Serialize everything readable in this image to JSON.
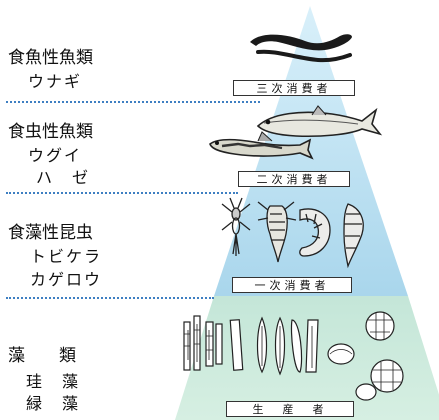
{
  "levels": [
    {
      "category": "食魚性魚類",
      "examples": [
        "ウナギ"
      ],
      "trophic_label": "三次消費者",
      "organism_icons": [
        "eel-icon"
      ]
    },
    {
      "category": "食虫性魚類",
      "examples": [
        "ウグイ",
        "ハ　ゼ"
      ],
      "trophic_label": "二次消費者",
      "organism_icons": [
        "dace-fish-icon",
        "goby-fish-icon"
      ]
    },
    {
      "category": "食藻性昆虫",
      "examples": [
        "トビケラ",
        "カゲロウ"
      ],
      "trophic_label": "一次消費者",
      "organism_icons": [
        "mayfly-larva-icon",
        "caddisfly-larva-icon",
        "shrimp-like-larva-icon"
      ]
    },
    {
      "category": "藻　　類",
      "examples": [
        "珪　藻",
        "緑　藻"
      ],
      "trophic_label": "生　産　者",
      "organism_icons": [
        "diatom-icon",
        "green-algae-icon"
      ]
    }
  ],
  "colors": {
    "pyramid_upper": "#bfe2f2",
    "pyramid_lower": "#cdeadc",
    "dotted_divider": "#3e7fc2",
    "text": "#111111"
  }
}
